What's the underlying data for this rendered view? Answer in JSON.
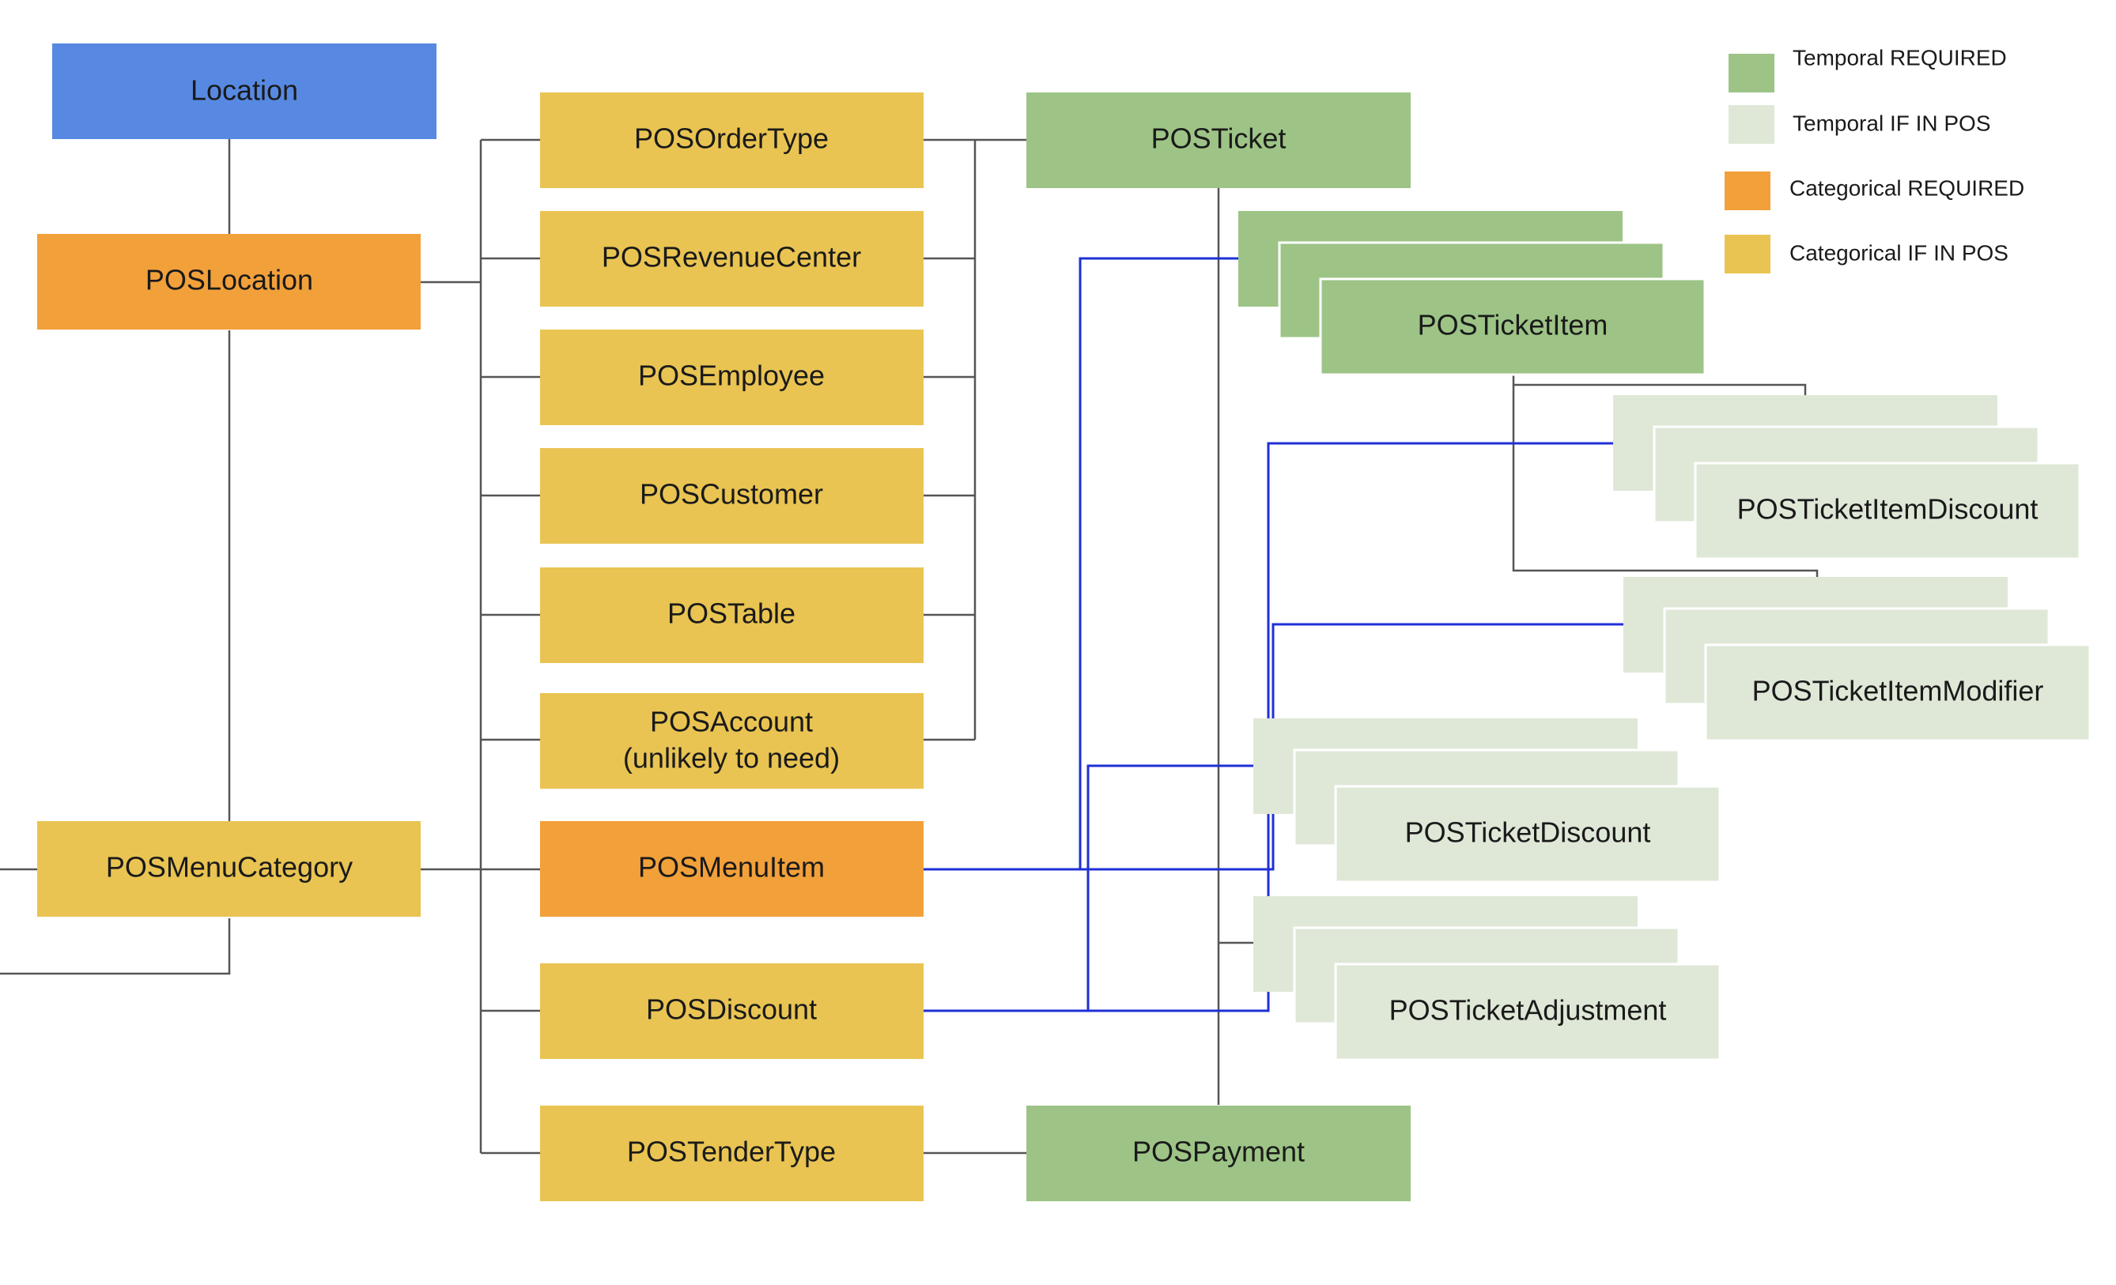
{
  "colors": {
    "location": "#5789e3",
    "categorical_required": "#f2a03a",
    "categorical_if_in_pos": "#e9c452",
    "temporal_required": "#9dc486",
    "temporal_if_in_pos": "#dfe8d7",
    "connector": "#555555",
    "link": "#1f2fd6"
  },
  "legend": {
    "temporal_required": "Temporal REQUIRED",
    "temporal_if_in_pos": "Temporal IF IN POS",
    "categorical_required": "Categorical REQUIRED",
    "categorical_if_in_pos": "Categorical IF IN POS"
  },
  "nodes": {
    "location": "Location",
    "pos_location": "POSLocation",
    "pos_menu_category": "POSMenuCategory",
    "pos_order_type": "POSOrderType",
    "pos_revenue_center": "POSRevenueCenter",
    "pos_employee": "POSEmployee",
    "pos_customer": "POSCustomer",
    "pos_table": "POSTable",
    "pos_account_line1": "POSAccount",
    "pos_account_line2": "(unlikely to need)",
    "pos_menu_item": "POSMenuItem",
    "pos_discount": "POSDiscount",
    "pos_tender_type": "POSTenderType",
    "pos_ticket": "POSTicket",
    "pos_payment": "POSPayment",
    "pos_ticket_item": "POSTicketItem",
    "pos_ticket_item_discount": "POSTicketItemDiscount",
    "pos_ticket_item_modifier": "POSTicketItemModifier",
    "pos_ticket_discount": "POSTicketDiscount",
    "pos_ticket_adjustment": "POSTicketAdjustment"
  }
}
